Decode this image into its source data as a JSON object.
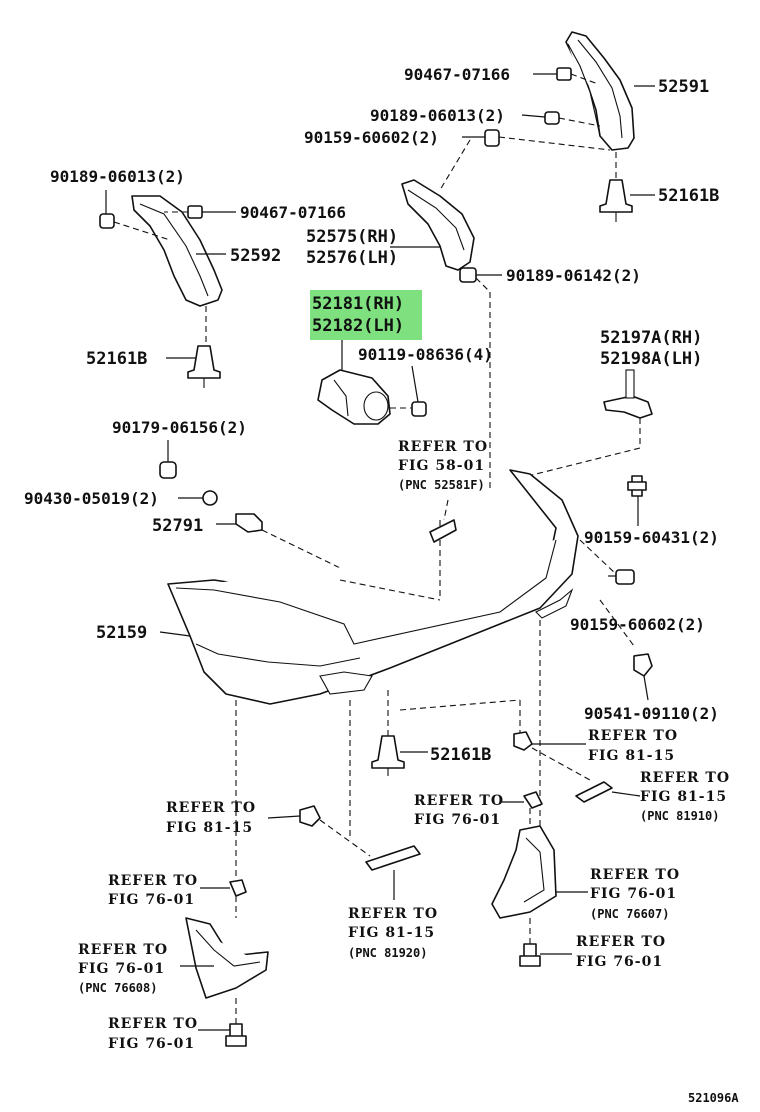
{
  "labels": {
    "p90467_top": "90467-07166",
    "p52591": "52591",
    "p90189_06013_top": "90189-06013(2)",
    "p90159_60602_top": "90159-60602(2)",
    "p90189_06013_left": "90189-06013(2)",
    "p90467_left": "90467-07166",
    "p52161B_top": "52161B",
    "p52575": "52575(RH)",
    "p52576": "52576(LH)",
    "p52592": "52592",
    "p90189_06142": "90189-06142(2)",
    "p52181": "52181(RH)",
    "p52182": "52182(LH)",
    "p52161B_left": "52161B",
    "p90119": "90119-08636(4)",
    "p52197A": "52197A(RH)",
    "p52198A": "52198A(LH)",
    "p90179": "90179-06156(2)",
    "ref_fig58_1": "REFER TO",
    "ref_fig58_2": "FIG 58-01",
    "ref_fig58_3": "(PNC 52581F)",
    "p90430": "90430-05019(2)",
    "p52791": "52791",
    "p90159_60431": "90159-60431(2)",
    "p52159": "52159",
    "p90159_60602_right": "90159-60602(2)",
    "p90541": "90541-09110(2)",
    "ref_8115_a1": "REFER TO",
    "ref_8115_a2": "FIG 81-15",
    "p52161B_bottom": "52161B",
    "ref_8115_b1": "REFER TO",
    "ref_8115_b2": "FIG 81-15",
    "ref_8115_b3": "(PNC 81910)",
    "ref_8115_c1": "REFER TO",
    "ref_8115_c2": "FIG 81-15",
    "ref_7601_a1": "REFER TO",
    "ref_7601_a2": "FIG 76-01",
    "ref_7601_b1": "REFER TO",
    "ref_7601_b2": "FIG 76-01",
    "ref_7601_c1": "REFER TO",
    "ref_7601_c2": "FIG 76-01",
    "ref_7601_c3": "(PNC 76607)",
    "ref_8115_d1": "REFER TO",
    "ref_8115_d2": "FIG 81-15",
    "ref_8115_d3": "(PNC 81920)",
    "ref_7601_d1": "REFER TO",
    "ref_7601_d2": "FIG 76-01",
    "ref_7601_e1": "REFER TO",
    "ref_7601_e2": "FIG 76-01",
    "ref_7601_e3": "(PNC 76608)",
    "ref_7601_f1": "REFER TO",
    "ref_7601_f2": "FIG 76-01",
    "diagram_id": "521096A"
  },
  "colors": {
    "highlight": "#7ee07e",
    "ink": "#111111"
  }
}
